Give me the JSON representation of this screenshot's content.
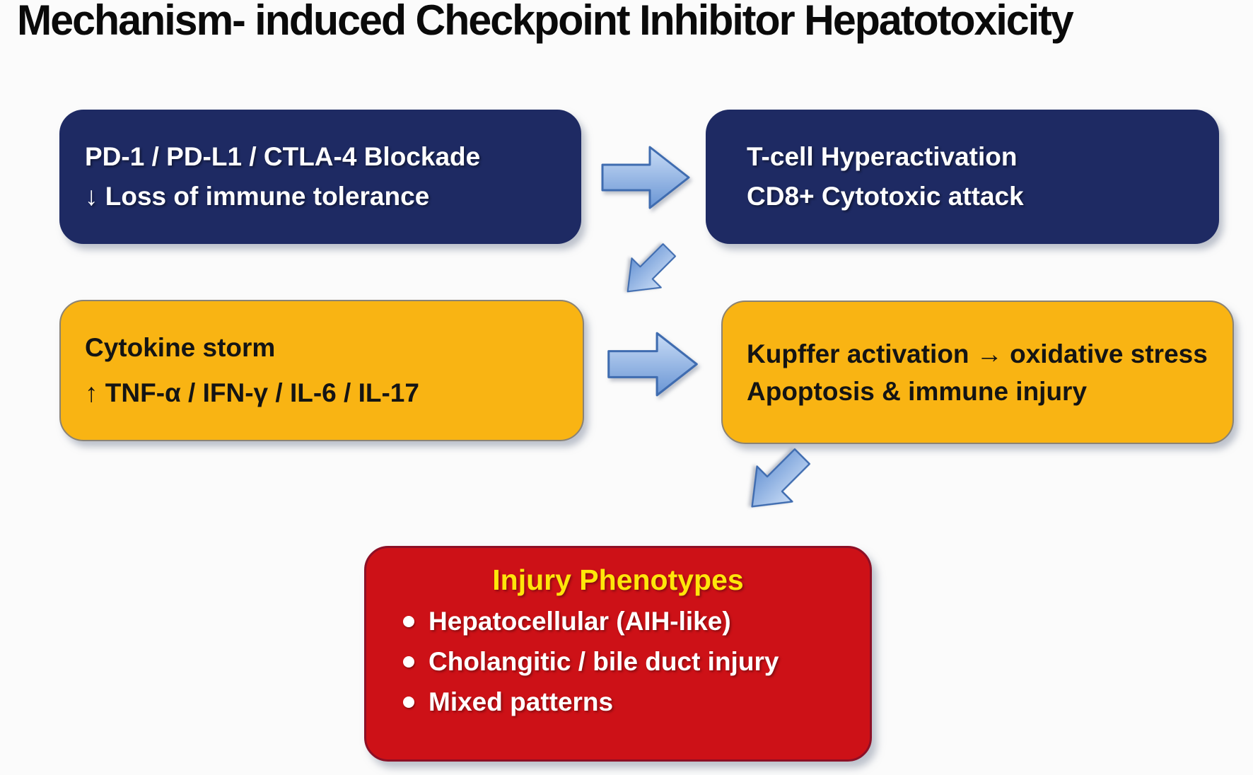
{
  "title": "Mechanism- induced Checkpoint Inhibitor Hepatotoxicity",
  "colors": {
    "background": "#fbfbfb",
    "navy": "#1e2a63",
    "gold": "#f9b413",
    "red": "#cd1117",
    "injury_title": "#ffe60a",
    "arrow_fill_light": "#c9dcf6",
    "arrow_fill_dark": "#6995d4",
    "arrow_stroke": "#3f6cb0"
  },
  "boxes": {
    "blockade": {
      "line1": "PD-1 / PD-L1 / CTLA-4 Blockade",
      "line2": "↓ Loss of immune tolerance"
    },
    "tcell": {
      "line1": "T-cell Hyperactivation",
      "line2": "CD8+ Cytotoxic attack"
    },
    "cytokine": {
      "line1": "Cytokine storm",
      "line2": "↑ TNF-α / IFN-γ / IL-6 / IL-17"
    },
    "kupffer": {
      "line1": "Kupffer activation → oxidative stress",
      "line2": "Apoptosis & immune injury"
    },
    "injury": {
      "heading": "Injury Phenotypes",
      "bullets": [
        "Hepatocellular (AIH-like)",
        "Cholangitic / bile duct injury",
        "Mixed patterns"
      ]
    }
  },
  "arrows": [
    {
      "name": "blockade-to-tcell",
      "direction": "right"
    },
    {
      "name": "tcell-to-cytokine",
      "direction": "down-left"
    },
    {
      "name": "cytokine-to-kupffer",
      "direction": "right"
    },
    {
      "name": "kupffer-to-injury",
      "direction": "down-left"
    }
  ]
}
